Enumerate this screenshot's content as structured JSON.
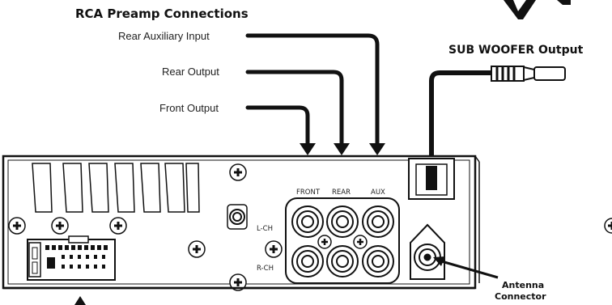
{
  "title": "RCA Preamp Connections",
  "labels": {
    "rear_aux_input": "Rear Auxiliary Input",
    "rear_output": "Rear Output",
    "front_output": "Front Output",
    "subwoofer_output": "SUB WOOFER Output",
    "antenna_line1": "Antenna",
    "antenna_line2": "Connector",
    "jack_front": "FRONT",
    "jack_rear": "REAR",
    "jack_aux": "AUX",
    "left_channel": "L-CH",
    "right_channel": "R-CH"
  },
  "colors": {
    "line": "#111111",
    "panel": "#ffffff"
  }
}
